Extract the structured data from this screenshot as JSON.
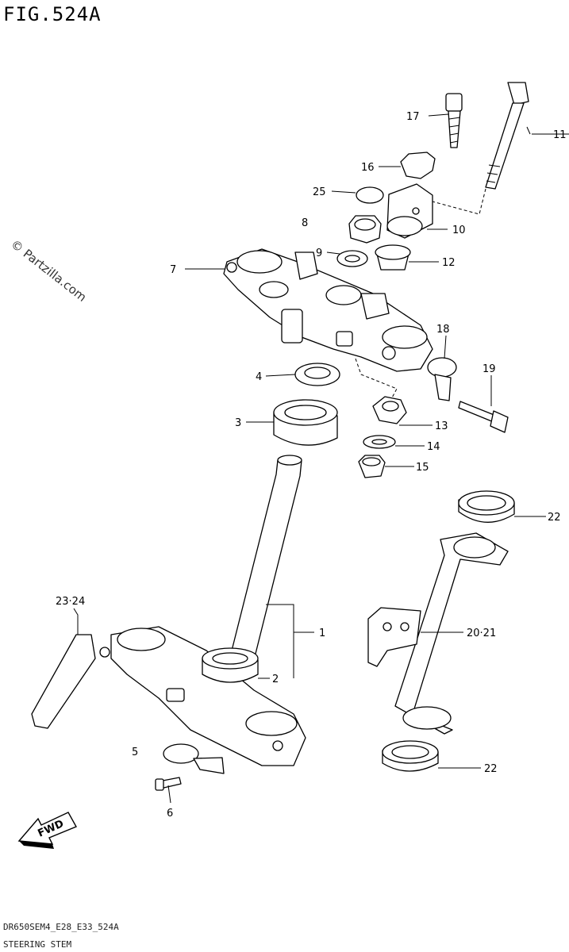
{
  "figure": {
    "title": "FIG.524A",
    "watermark": "© Partzilla.com",
    "footer_code": "DR650SEM4_E28_E33_524A",
    "footer_name": "STEERING STEM",
    "fwd_label": "FWD"
  },
  "callouts": [
    {
      "id": "c1",
      "label": "1"
    },
    {
      "id": "c2",
      "label": "2"
    },
    {
      "id": "c3",
      "label": "3"
    },
    {
      "id": "c4",
      "label": "4"
    },
    {
      "id": "c5",
      "label": "5"
    },
    {
      "id": "c6",
      "label": "6"
    },
    {
      "id": "c7",
      "label": "7"
    },
    {
      "id": "c8",
      "label": "8"
    },
    {
      "id": "c9",
      "label": "9"
    },
    {
      "id": "c10",
      "label": "10"
    },
    {
      "id": "c11",
      "label": "11"
    },
    {
      "id": "c12",
      "label": "12"
    },
    {
      "id": "c13",
      "label": "13"
    },
    {
      "id": "c14",
      "label": "14"
    },
    {
      "id": "c15",
      "label": "15"
    },
    {
      "id": "c16",
      "label": "16"
    },
    {
      "id": "c17",
      "label": "17"
    },
    {
      "id": "c18",
      "label": "18"
    },
    {
      "id": "c19",
      "label": "19"
    },
    {
      "id": "c20",
      "label": "20·21"
    },
    {
      "id": "c22a",
      "label": "22"
    },
    {
      "id": "c22b",
      "label": "22"
    },
    {
      "id": "c23",
      "label": "23·24"
    },
    {
      "id": "c25",
      "label": "25"
    }
  ]
}
